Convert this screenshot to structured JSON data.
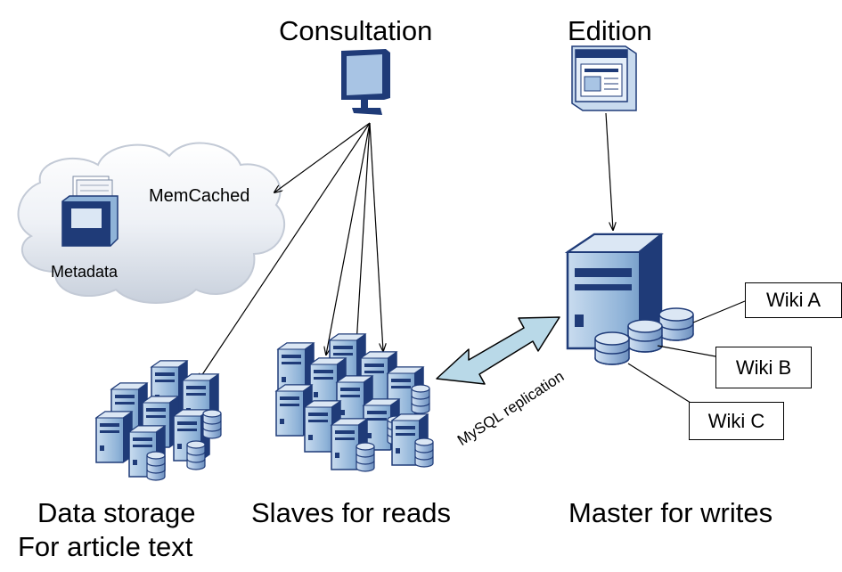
{
  "labels": {
    "consultation": "Consultation",
    "edition": "Edition",
    "memcached": "MemCached",
    "metadata": "Metadata",
    "data_storage_line1": "Data storage",
    "data_storage_line2": "For article text",
    "slaves": "Slaves for reads",
    "master": "Master for writes",
    "replication": "MySQL replication"
  },
  "wikis": [
    "Wiki A",
    "Wiki B",
    "Wiki C"
  ],
  "colors": {
    "server_body": "#8fb3d8",
    "server_dark": "#1f3b78",
    "cloud_fill": "#e2e7ef",
    "arrow_fill": "#b9d9e8",
    "disk": "#9db9dc"
  },
  "icons": {
    "consultation": "monitor-icon",
    "edition": "web-page-icon",
    "metadata": "file-cabinet-icon",
    "servers": "server-icon",
    "databases": "database-icon"
  }
}
